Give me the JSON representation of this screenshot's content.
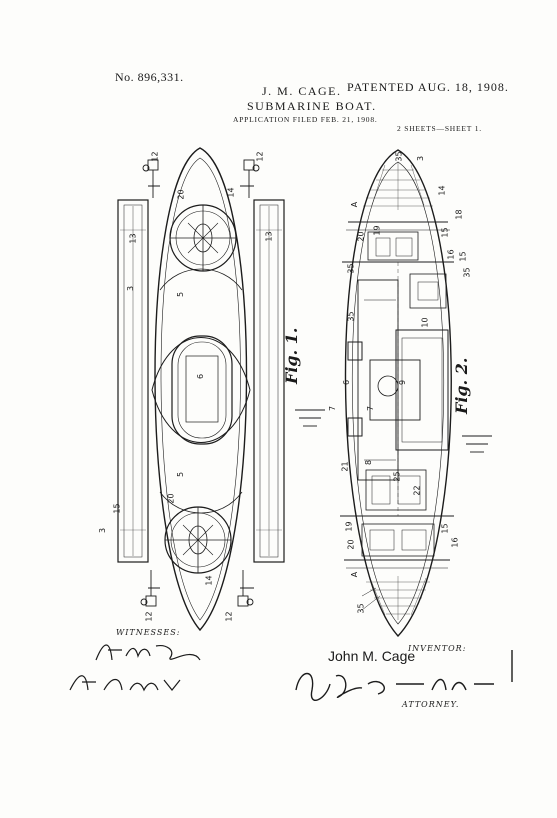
{
  "header": {
    "patent_no": "No. 896,331.",
    "inventor_short": "J. M. CAGE.",
    "patented": "PATENTED AUG. 18, 1908.",
    "title": "SUBMARINE BOAT.",
    "application_filed": "APPLICATION FILED FEB. 21, 1908.",
    "sheets": "2 SHEETS—SHEET 1."
  },
  "figures": {
    "fig1": "Fig. 1.",
    "fig2": "Fig. 2."
  },
  "references": {
    "left": [
      "12",
      "12",
      "20",
      "14",
      "13",
      "13",
      "5",
      "6",
      "3",
      "5",
      "20",
      "14",
      "12",
      "12",
      "3",
      "15"
    ],
    "right": [
      "3",
      "35",
      "14",
      "20",
      "19",
      "15",
      "35",
      "35",
      "10",
      "15",
      "16",
      "35",
      "18",
      "9",
      "6",
      "7",
      "7",
      "21",
      "8",
      "22",
      "25",
      "19",
      "15",
      "16",
      "20",
      "A",
      "A",
      "35"
    ]
  },
  "signatures": {
    "witnesses_label": "WITNESSES:",
    "inventor_label": "INVENTOR:",
    "attorney_label": "ATTORNEY.",
    "inventor_name": "John M. Cage",
    "witness_1": "A. M. Kemp",
    "witness_2": "R. H. Annelly",
    "attorney": "G. F. Kassner"
  }
}
